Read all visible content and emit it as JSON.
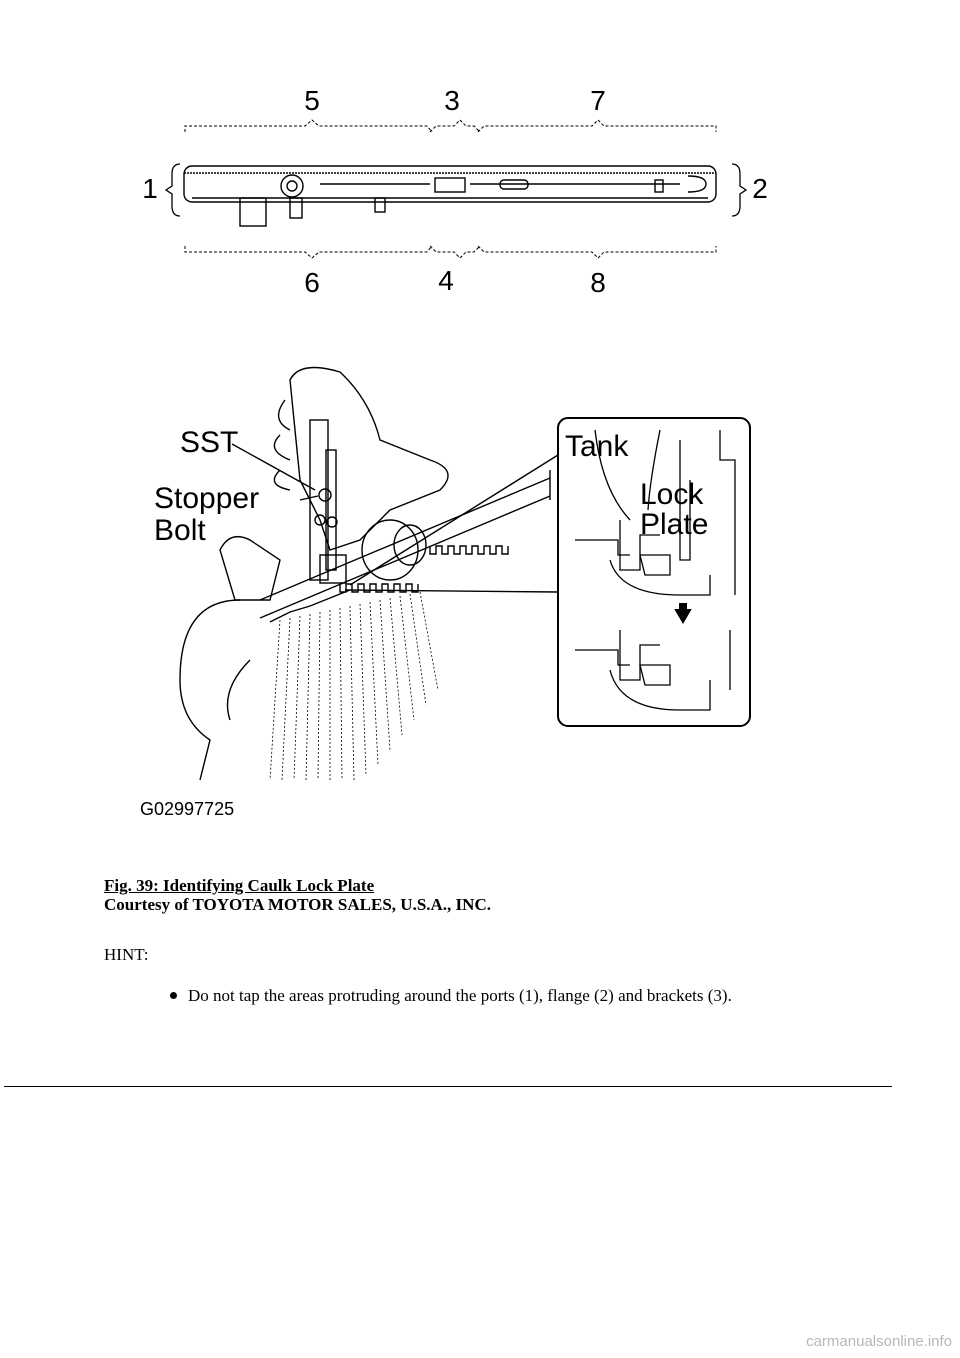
{
  "figure_top": {
    "callouts": [
      "1",
      "2",
      "3",
      "4",
      "5",
      "6",
      "7",
      "8"
    ]
  },
  "figure_main": {
    "labels": {
      "sst": "SST",
      "stopper_1": "Stopper",
      "stopper_2": "Bolt",
      "tank": "Tank",
      "lock_1": "Lock",
      "lock_2": "Plate"
    },
    "image_code": "G02997725"
  },
  "caption": {
    "title": "Fig. 39: Identifying Caulk Lock Plate",
    "courtesy": "Courtesy of TOYOTA MOTOR SALES, U.S.A., INC."
  },
  "hint": {
    "label": "HINT:"
  },
  "bullets": [
    "Do not tap the areas protruding around the ports (1), flange (2) and brackets (3)."
  ],
  "watermark": "carmanualsonline.info"
}
